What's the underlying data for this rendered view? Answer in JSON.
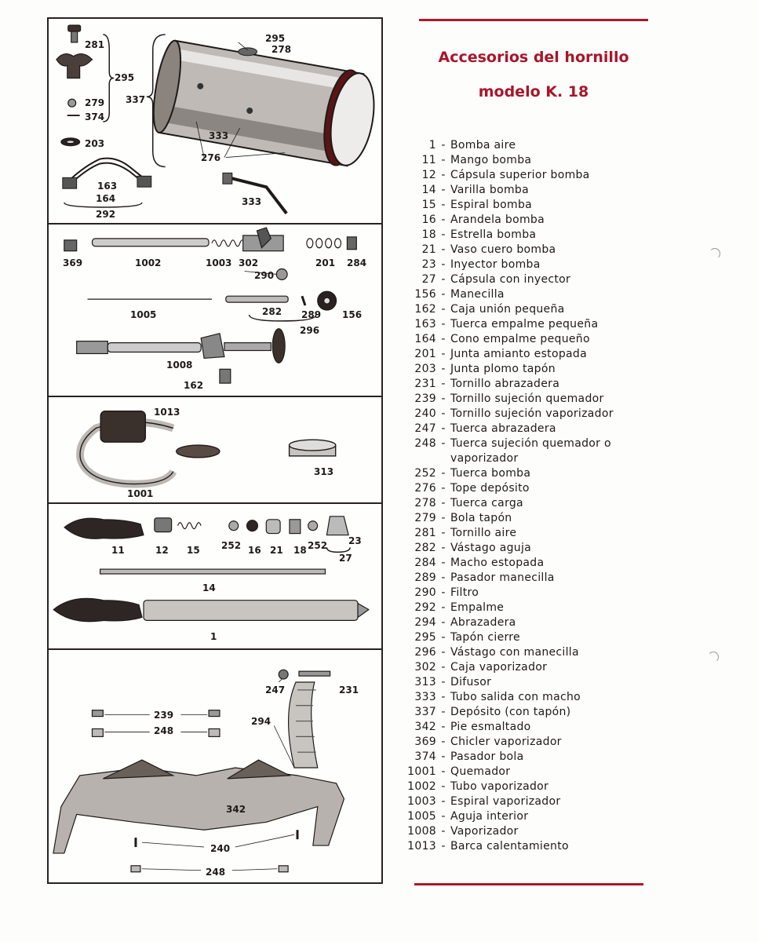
{
  "title": {
    "line1": "Accesorios del hornillo",
    "line2": "modelo K. 18"
  },
  "parts": [
    {
      "num": "1",
      "desc": "Bomba aire"
    },
    {
      "num": "11",
      "desc": "Mango bomba"
    },
    {
      "num": "12",
      "desc": "Cápsula superior bomba"
    },
    {
      "num": "14",
      "desc": "Varilla bomba"
    },
    {
      "num": "15",
      "desc": "Espiral bomba"
    },
    {
      "num": "16",
      "desc": "Arandela bomba"
    },
    {
      "num": "18",
      "desc": "Estrella bomba"
    },
    {
      "num": "21",
      "desc": "Vaso cuero bomba"
    },
    {
      "num": "23",
      "desc": "Inyector bomba"
    },
    {
      "num": "27",
      "desc": "Cápsula con inyector"
    },
    {
      "num": "156",
      "desc": "Manecilla"
    },
    {
      "num": "162",
      "desc": "Caja unión pequeña"
    },
    {
      "num": "163",
      "desc": "Tuerca empalme pequeña"
    },
    {
      "num": "164",
      "desc": "Cono empalme pequeño"
    },
    {
      "num": "201",
      "desc": "Junta amianto estopada"
    },
    {
      "num": "203",
      "desc": "Junta plomo tapón"
    },
    {
      "num": "231",
      "desc": "Tornillo abrazadera"
    },
    {
      "num": "239",
      "desc": "Tornillo sujeción quemador"
    },
    {
      "num": "240",
      "desc": "Tornillo sujeción vaporizador"
    },
    {
      "num": "247",
      "desc": "Tuerca abrazadera"
    },
    {
      "num": "248",
      "desc": "Tuerca sujeción quemador o vaporizador"
    },
    {
      "num": "252",
      "desc": "Tuerca bomba"
    },
    {
      "num": "276",
      "desc": "Tope depósito"
    },
    {
      "num": "278",
      "desc": "Tuerca carga"
    },
    {
      "num": "279",
      "desc": "Bola tapón"
    },
    {
      "num": "281",
      "desc": "Tornillo aire"
    },
    {
      "num": "282",
      "desc": "Vástago aguja"
    },
    {
      "num": "284",
      "desc": "Macho estopada"
    },
    {
      "num": "289",
      "desc": "Pasador manecilla"
    },
    {
      "num": "290",
      "desc": "Filtro"
    },
    {
      "num": "292",
      "desc": "Empalme"
    },
    {
      "num": "294",
      "desc": "Abrazadera"
    },
    {
      "num": "295",
      "desc": "Tapón cierre"
    },
    {
      "num": "296",
      "desc": "Vástago con manecilla"
    },
    {
      "num": "302",
      "desc": "Caja vaporizador"
    },
    {
      "num": "313",
      "desc": "Difusor"
    },
    {
      "num": "333",
      "desc": "Tubo salida con macho"
    },
    {
      "num": "337",
      "desc": "Depósito (con tapón)"
    },
    {
      "num": "342",
      "desc": "Pie esmaltado"
    },
    {
      "num": "369",
      "desc": "Chicler vaporizador"
    },
    {
      "num": "374",
      "desc": "Pasador bola"
    },
    {
      "num": "1001",
      "desc": "Quemador"
    },
    {
      "num": "1002",
      "desc": "Tubo vaporizador"
    },
    {
      "num": "1003",
      "desc": "Espiral vaporizador"
    },
    {
      "num": "1005",
      "desc": "Aguja interior"
    },
    {
      "num": "1008",
      "desc": "Vaporizador"
    },
    {
      "num": "1013",
      "desc": "Barca calentamiento"
    }
  ],
  "diagram": {
    "p1": {
      "l281": "281",
      "l295a": "295",
      "l279": "279",
      "l374": "374",
      "l203": "203",
      "l163": "163",
      "l164": "164",
      "l292": "292",
      "l337": "337",
      "l295b": "295",
      "l278": "278",
      "l333a": "333",
      "l276": "276",
      "l333b": "333"
    },
    "p2": {
      "l369": "369",
      "l1002": "1002",
      "l1003": "1003",
      "l302": "302",
      "l201": "201",
      "l284": "284",
      "l290": "290",
      "l1005": "1005",
      "l282": "282",
      "l289": "289",
      "l156": "156",
      "l296": "296",
      "l1008": "1008",
      "l162": "162"
    },
    "p3": {
      "l1013": "1013",
      "l1001": "1001",
      "l313": "313"
    },
    "p4": {
      "l11": "11",
      "l12": "12",
      "l15": "15",
      "l252a": "252",
      "l16": "16",
      "l21": "21",
      "l18": "18",
      "l252b": "252",
      "l23": "23",
      "l27": "27",
      "l14": "14",
      "l1": "1"
    },
    "p5": {
      "l247": "247",
      "l231": "231",
      "l239": "239",
      "l248a": "248",
      "l294": "294",
      "l342": "342",
      "l240": "240",
      "l248b": "248"
    }
  },
  "colors": {
    "accent": "#a8162a",
    "ink": "#1e1a18"
  }
}
